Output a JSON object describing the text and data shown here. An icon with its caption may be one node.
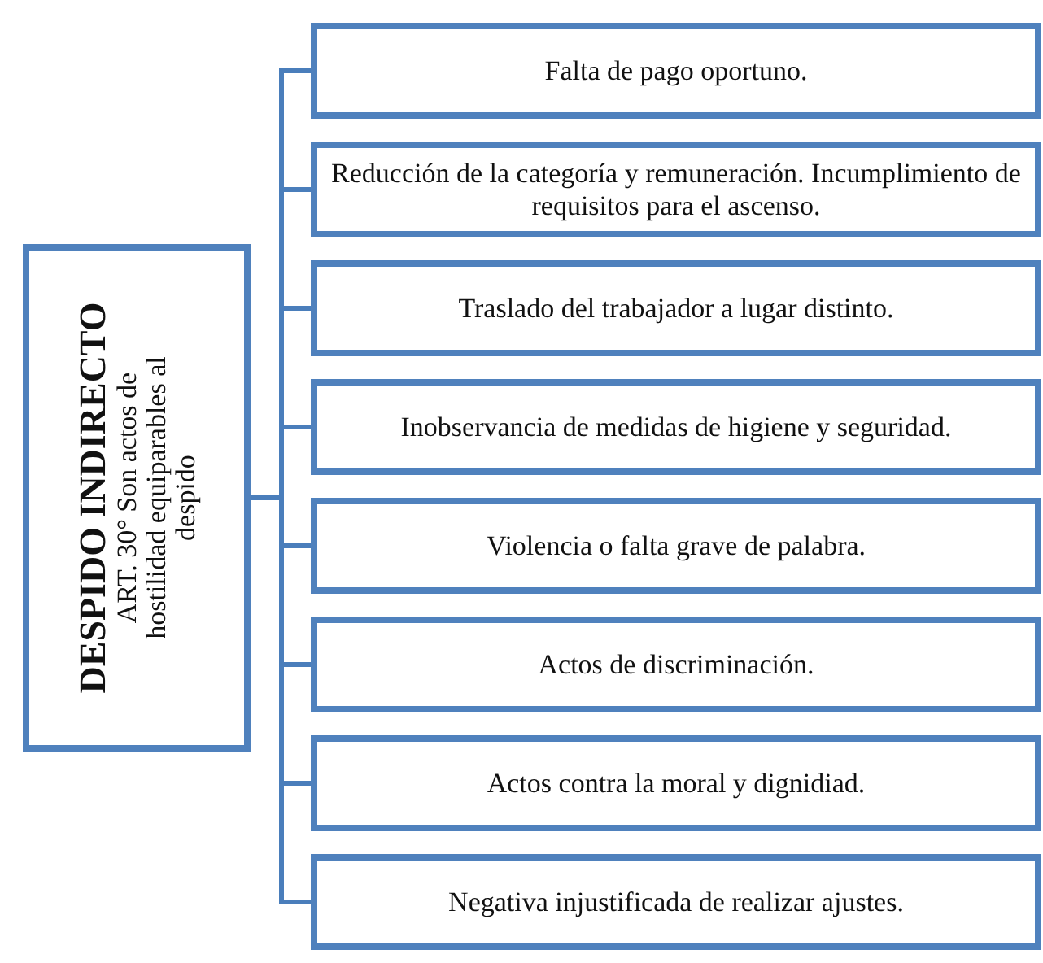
{
  "diagram": {
    "nodes": [
      {
        "text": [
          "DESPIDO INDIRECTO",
          "ART. 30° Son actos de hostilidad equiparables al despido"
        ]
      },
      {
        "text": [
          "Falta de pago oportuno."
        ]
      },
      {
        "text": [
          "Reducción de la categoría y remuneración. Incumplimiento de requisitos para el ascenso."
        ]
      },
      {
        "text": [
          "Traslado del trabajador a lugar distinto."
        ]
      },
      {
        "text": [
          "Inobservancia de medidas de higiene y seguridad."
        ]
      },
      {
        "text": [
          "Violencia o falta grave de palabra."
        ]
      },
      {
        "text": [
          "Actos de discriminación."
        ]
      },
      {
        "text": [
          "Actos contra la moral y dignidiad."
        ]
      },
      {
        "text": [
          "Negativa injustificada de realizar ajustes."
        ]
      }
    ],
    "edges": [
      {
        "from": 0,
        "to": 1,
        "arrow": "none"
      },
      {
        "from": 0,
        "to": 2,
        "arrow": "none"
      },
      {
        "from": 0,
        "to": 3,
        "arrow": "none"
      },
      {
        "from": 0,
        "to": 4,
        "arrow": "none"
      },
      {
        "from": 0,
        "to": 5,
        "arrow": "none"
      },
      {
        "from": 0,
        "to": 6,
        "arrow": "none"
      },
      {
        "from": 0,
        "to": 7,
        "arrow": "none"
      },
      {
        "from": 0,
        "to": 8,
        "arrow": "none"
      }
    ]
  }
}
